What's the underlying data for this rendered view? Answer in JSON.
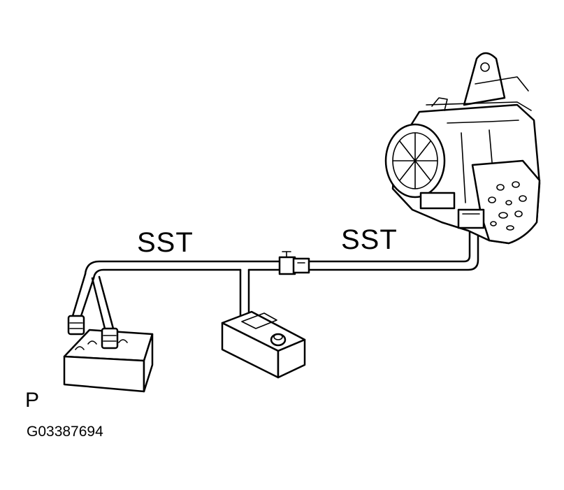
{
  "labels": {
    "sst_left": "SST",
    "sst_right": "SST",
    "corner_letter": "P",
    "figure_code": "G03387694"
  },
  "icons": [
    "battery-icon",
    "switch-box-icon",
    "connector-icon",
    "retractor-assembly-icon"
  ]
}
